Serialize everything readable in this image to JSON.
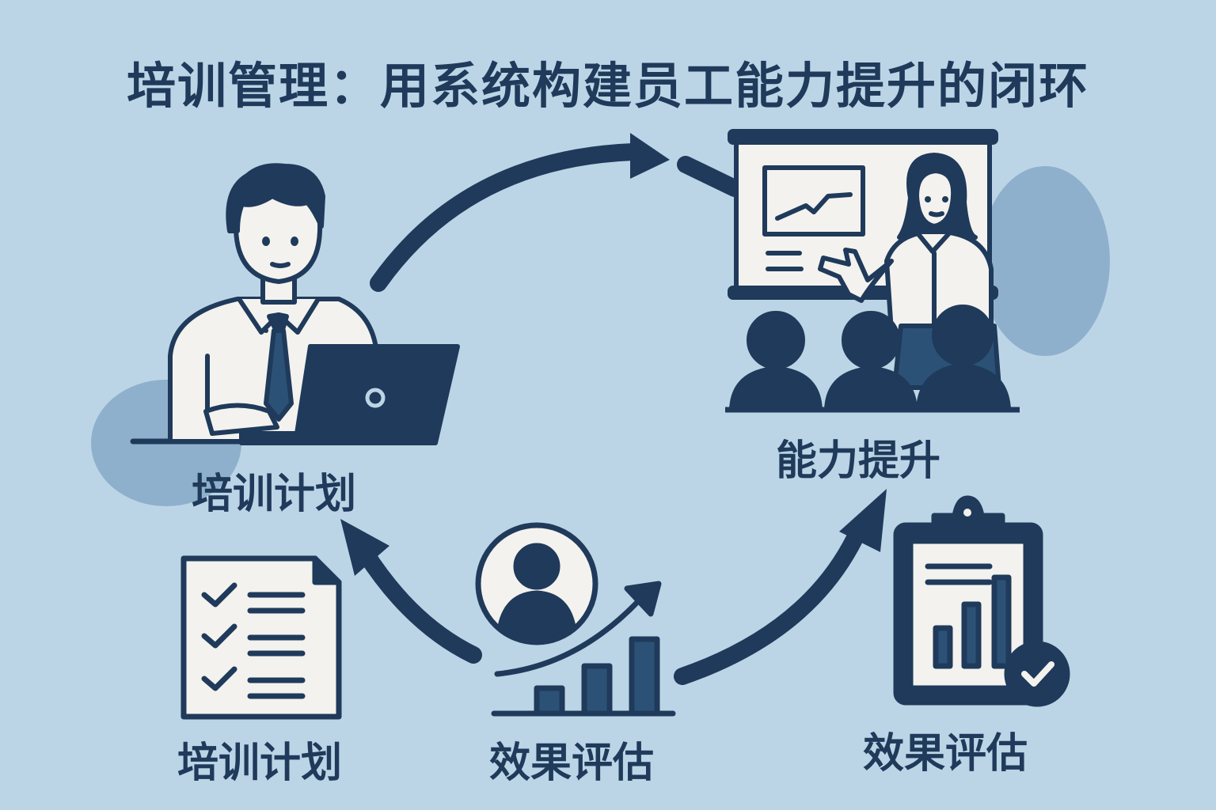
{
  "title": "培训管理：用系统构建员工能力提升的闭环",
  "labels": {
    "plan_main": "培训计划",
    "improve": "能力提升",
    "plan_doc": "培训计划",
    "eval_center": "效果评估",
    "eval_right": "效果评估"
  },
  "icons": {
    "employee": "employee-at-laptop-icon",
    "trainer": "trainer-presentation-icon",
    "checklist": "checklist-document-icon",
    "growth": "person-growth-chart-icon",
    "clipboard": "clipboard-report-icon"
  },
  "colors": {
    "background": "#bcd5e6",
    "navy": "#1f3a5a",
    "paper": "#f3f2ee",
    "blob": "#8fb0cc"
  }
}
